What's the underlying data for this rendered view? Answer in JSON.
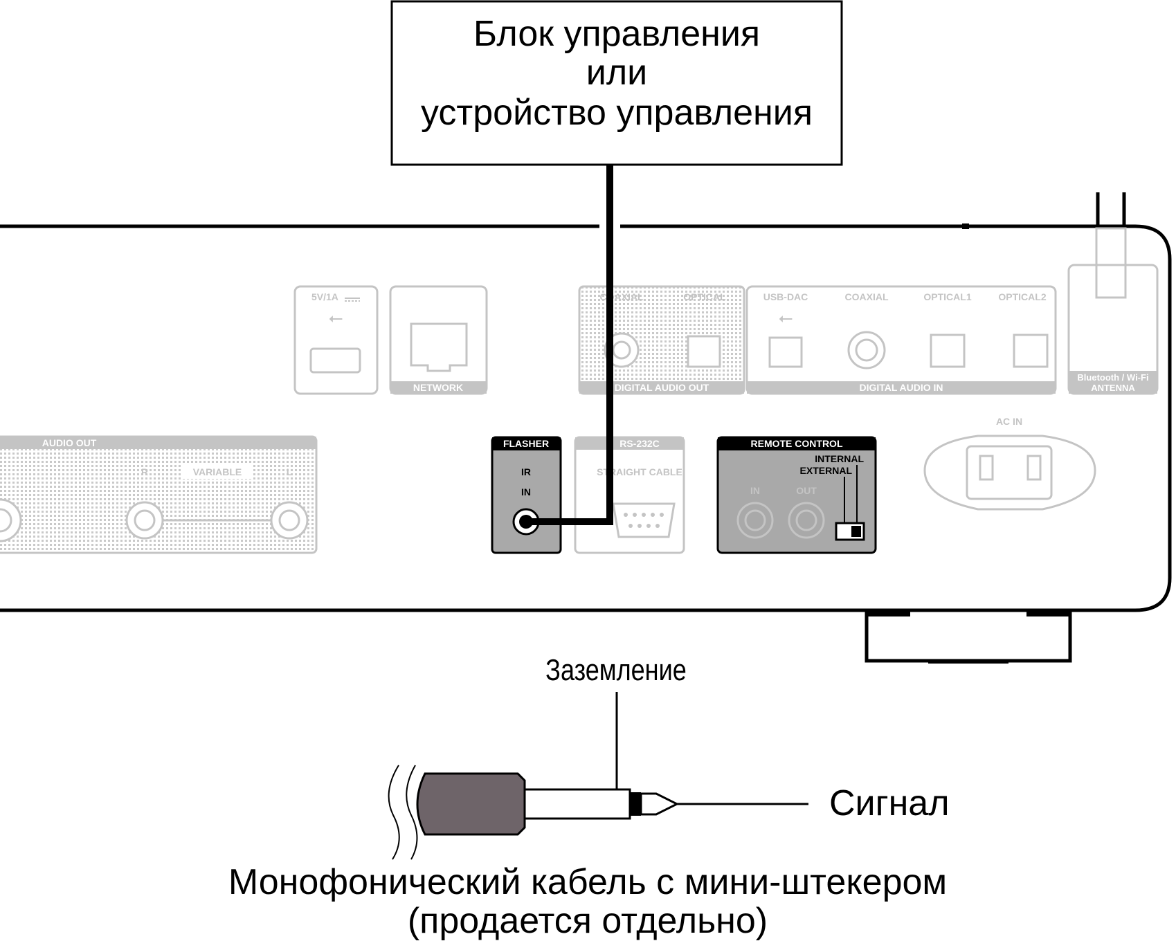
{
  "control_box": {
    "line1": "Блок управления",
    "line2": "или",
    "line3": "устройство управления"
  },
  "ports": {
    "usb_power": "5V/1A",
    "network": "NETWORK",
    "digital_out_coaxial": "COAXIAL",
    "digital_out_optical": "OPTICAL",
    "digital_audio_out": "DIGITAL AUDIO OUT",
    "usb_dac": "USB-DAC",
    "in_coaxial": "COAXIAL",
    "optical1": "OPTICAL1",
    "optical2": "OPTICAL2",
    "digital_audio_in": "DIGITAL AUDIO IN",
    "antenna_line1": "Bluetooth / Wi-Fi",
    "antenna_line2": "ANTENNA",
    "ac_in": "AC IN",
    "audio_out": "AUDIO OUT",
    "variable": "VARIABLE",
    "r": "R",
    "l": "L"
  },
  "flasher": {
    "title": "FLASHER",
    "ir": "IR",
    "in": "IN"
  },
  "rs232c": {
    "title": "RS-232C",
    "cable": "STRAIGHT CABLE"
  },
  "remote_control": {
    "title": "REMOTE CONTROL",
    "internal": "INTERNAL",
    "external": "EXTERNAL",
    "in": "IN",
    "out": "OUT"
  },
  "plug_labels": {
    "ground": "Заземление",
    "signal": "Сигнал"
  },
  "caption": {
    "line1": "Монофонический кабель с мини-штекером",
    "line2": "(продается отдельно)"
  },
  "colors": {
    "plug_body": "#6e6469",
    "panel_dark": "#a9a9a9",
    "faint_line": "#c4c4c4"
  }
}
